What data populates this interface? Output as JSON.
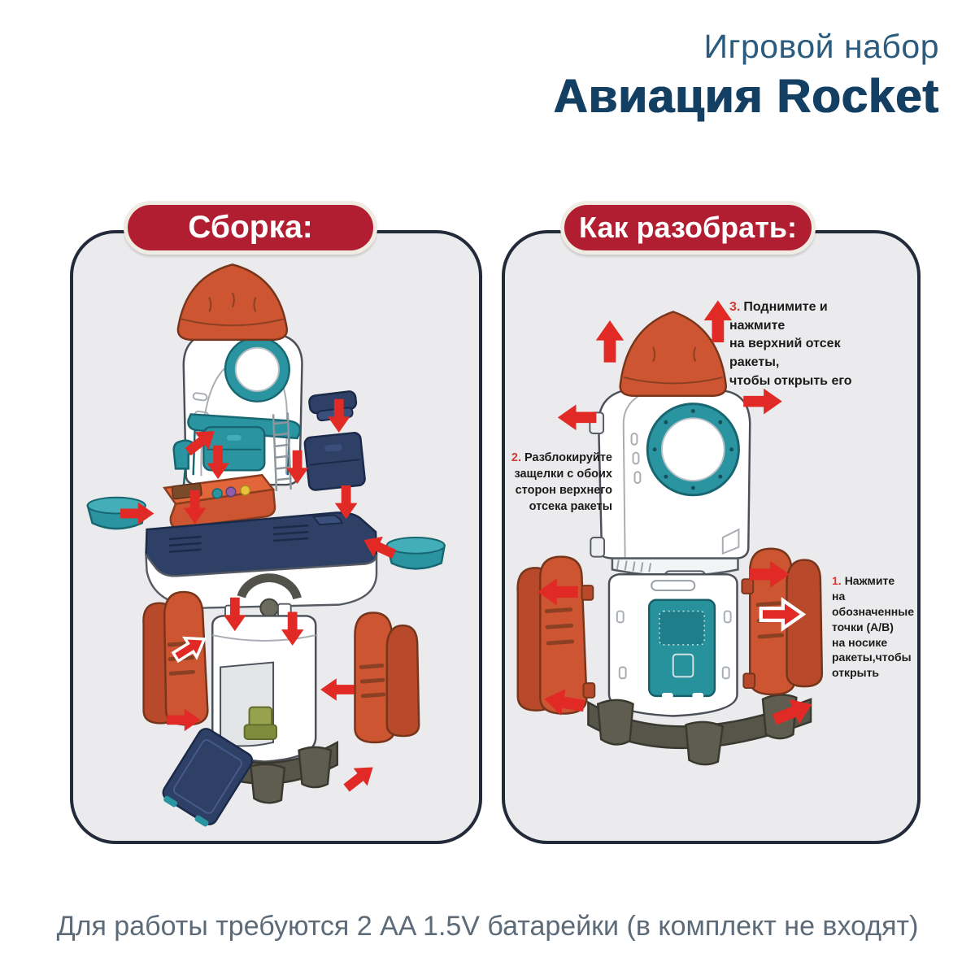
{
  "brand": {
    "subtitle": "Игровой набор",
    "title": "Авиация Rocket"
  },
  "panels": {
    "assembly": {
      "header": "Сборка:"
    },
    "disassembly": {
      "header": "Как разобрать:",
      "steps": {
        "step1": {
          "num": "1.",
          "text": "Нажмите\nна обозначенные\nточки (A/B)\nна носике\nракеты,чтобы\nоткрыть"
        },
        "step2": {
          "num": "2.",
          "text": "Разблокируйте\nзащелки с обоих\nсторон верхнего\nотсека ракеты"
        },
        "step3": {
          "num": "3.",
          "text": "Поднимите и нажмите\nна верхний отсек ракеты,\nчтобы открыть его"
        }
      }
    }
  },
  "footer": {
    "note": "Для работы требуются 2 AA 1.5V батарейки (в комплект не входят)"
  },
  "colors": {
    "brand_title": "#133f63",
    "brand_subtitle": "#2b5b7e",
    "pill_red": "#b11e31",
    "pill_border": "#f1ece3",
    "panel_border": "#232a39",
    "panel_bg": "#ebebed",
    "arrow_red": "#e12a25",
    "step_number_red": "#d23a33",
    "rocket_orange": "#cd5531",
    "rocket_orange_dark": "#b8492a",
    "rocket_teal": "#2a95a0",
    "rocket_navy": "#2e4066",
    "feet_olive": "#56554a",
    "seat_green": "#97a24e",
    "note_gray": "#5d6b79"
  },
  "icons": {
    "direction-arrow": "solid red block arrow",
    "direction-arrow-outlined": "red block arrow with white outline"
  }
}
